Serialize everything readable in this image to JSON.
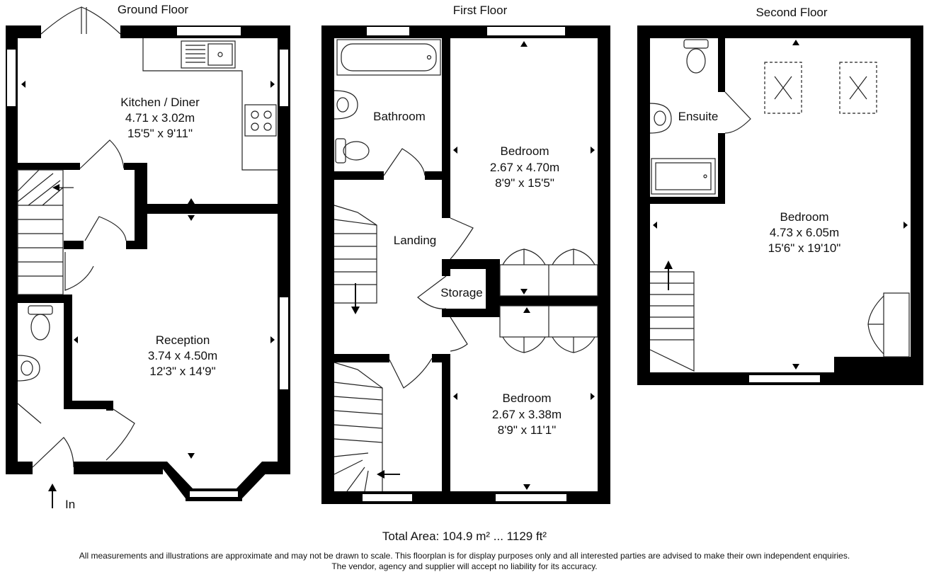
{
  "floors": {
    "ground": {
      "title": "Ground Floor",
      "kitchen": {
        "name": "Kitchen / Diner",
        "metric": "4.71 x 3.02m",
        "imperial": "15'5\" x 9'11\""
      },
      "reception": {
        "name": "Reception",
        "metric": "3.74 x 4.50m",
        "imperial": "12'3\" x 14'9\""
      },
      "entrance": "In"
    },
    "first": {
      "title": "First Floor",
      "bathroom": "Bathroom",
      "landing": "Landing",
      "storage": "Storage",
      "bedroom1": {
        "name": "Bedroom",
        "metric": "2.67 x 4.70m",
        "imperial": "8'9\" x 15'5\""
      },
      "bedroom2": {
        "name": "Bedroom",
        "metric": "2.67 x 3.38m",
        "imperial": "8'9\" x 11'1\""
      }
    },
    "second": {
      "title": "Second Floor",
      "ensuite": "Ensuite",
      "bedroom": {
        "name": "Bedroom",
        "metric": "4.73 x 6.05m",
        "imperial": "15'6\" x 19'10\""
      }
    }
  },
  "footer": {
    "total_area": "Total Area: 104.9 m² ... 1129 ft²",
    "disclaimer_line1": "All measurements and illustrations are approximate and may not be drawn to scale. This floorplan is for display purposes only and all interested parties are advised to make their own independent enquiries.",
    "disclaimer_line2": "The vendor, agency and supplier will accept no liability for its accuracy."
  }
}
